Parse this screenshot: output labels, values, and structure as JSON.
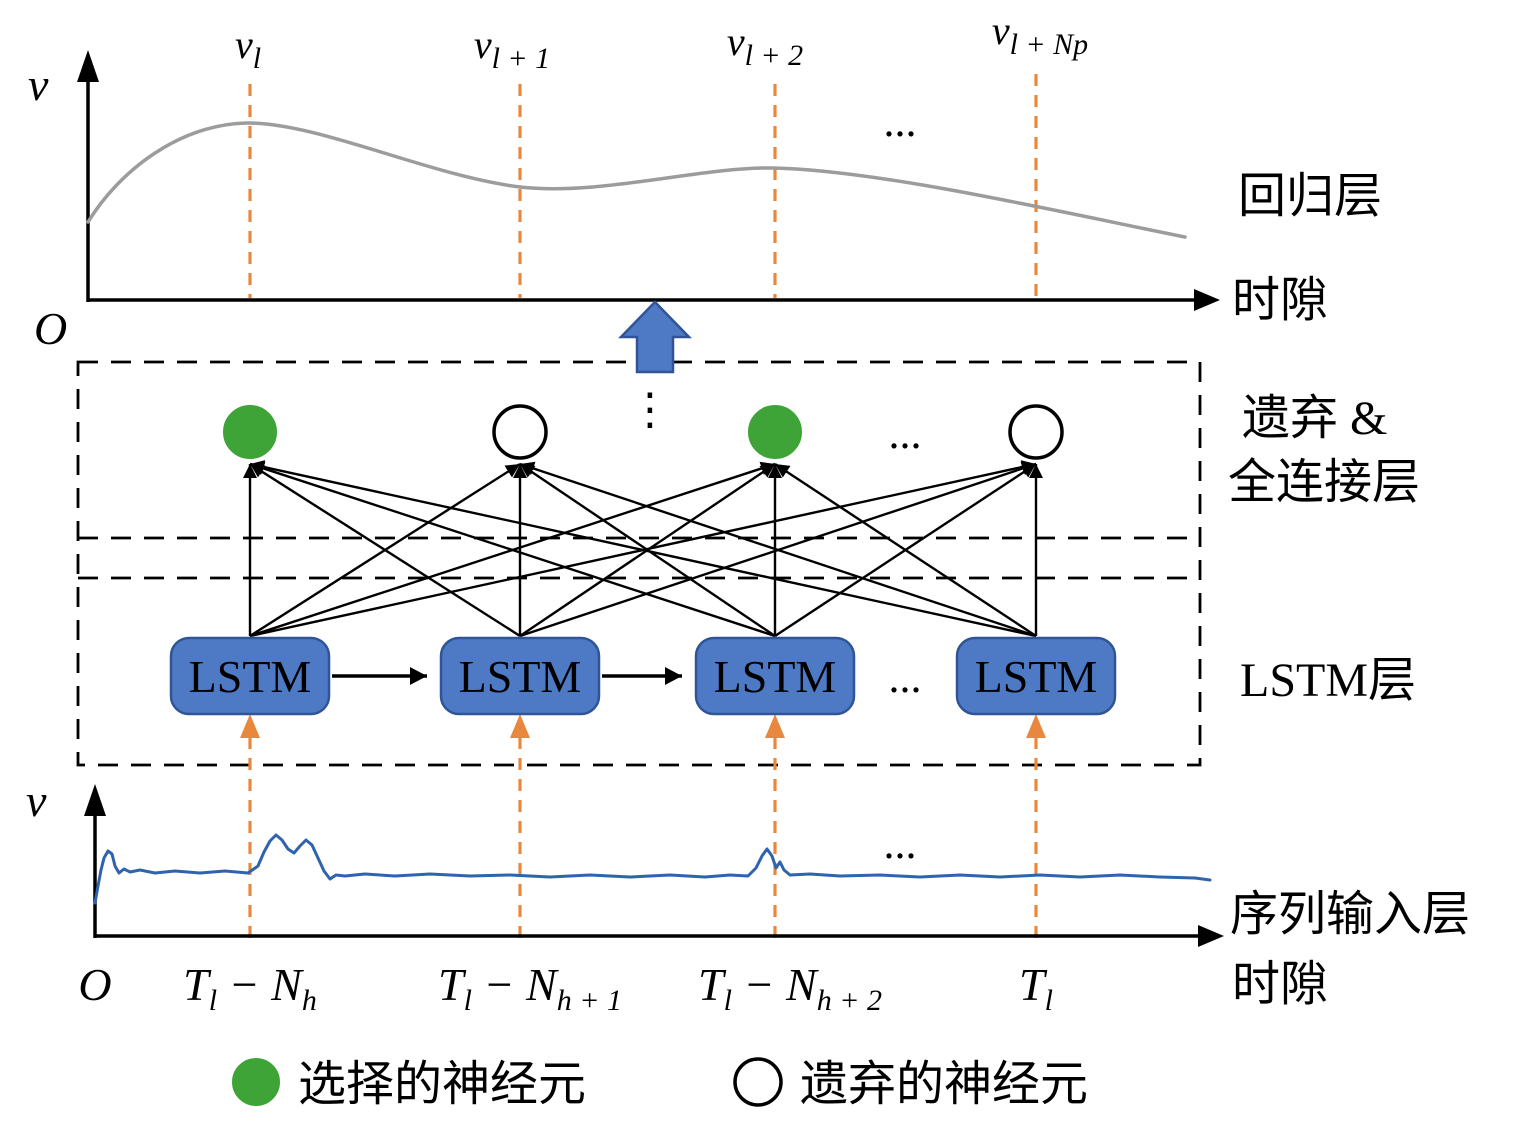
{
  "colors": {
    "orange_dash": "#e8883f",
    "lstm_fill": "#4e79c5",
    "lstm_border": "#2f5597",
    "neuron_green": "#3ea438",
    "regression_curve_gray": "#9c9c9c",
    "signal_curve_blue": "#2e64ae"
  },
  "top_chart": {
    "y_axis_label": "v",
    "origin_label": "O",
    "x_axis_label": "时隙",
    "layer_label": "回归层",
    "ellipsis": "...",
    "ticks": [
      {
        "base": "v",
        "sub": "l"
      },
      {
        "base": "v",
        "sub": "l + 1"
      },
      {
        "base": "v",
        "sub": "l + 2"
      },
      {
        "base": "v",
        "sub": "l + Np"
      }
    ]
  },
  "network": {
    "dropout_label_line1": "遗弃 &",
    "dropout_label_line2": "全连接层",
    "lstm_layer_label": "LSTM层",
    "lstm_block_label": "LSTM",
    "neurons": [
      "selected",
      "dropped",
      "selected",
      "dropped"
    ],
    "neurons_ellipsis": "...",
    "lstm_ellipsis": "...",
    "vdots": "⋮"
  },
  "bottom_chart": {
    "y_axis_label": "v",
    "origin_label": "O",
    "x_axis_label": "时隙",
    "layer_label": "序列输入层",
    "ellipsis": "...",
    "ticks": [
      {
        "base": "T",
        "sub": "l",
        "minus": " − ",
        "base2": "N",
        "sub2": "h"
      },
      {
        "base": "T",
        "sub": "l",
        "minus": " − ",
        "base2": "N",
        "sub2": "h + 1"
      },
      {
        "base": "T",
        "sub": "l",
        "minus": " − ",
        "base2": "N",
        "sub2": "h + 2"
      },
      {
        "base": "T",
        "sub": "l"
      }
    ]
  },
  "legend": {
    "selected_label": "选择的神经元",
    "dropped_label": "遗弃的神经元"
  }
}
